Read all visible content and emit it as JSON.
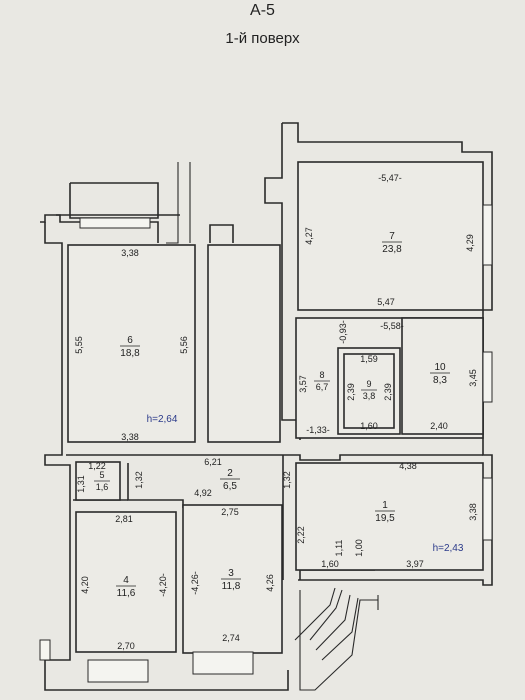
{
  "header": {
    "block": "А-5",
    "floor": "1-й поверх"
  },
  "rooms": [
    {
      "num": "1",
      "area": "19,5"
    },
    {
      "num": "2",
      "area": "6,5"
    },
    {
      "num": "3",
      "area": "11,8"
    },
    {
      "num": "4",
      "area": "11,6"
    },
    {
      "num": "5",
      "area": "1,6"
    },
    {
      "num": "6",
      "area": "18,8"
    },
    {
      "num": "7",
      "area": "23,8"
    },
    {
      "num": "8",
      "area": "6,7"
    },
    {
      "num": "9",
      "area": "3,8"
    },
    {
      "num": "10",
      "area": "8,3"
    }
  ],
  "heights": {
    "h6": "h=2,64",
    "h1": "h=2,43"
  },
  "dims": {
    "d7_top": "-5,47-",
    "d7_left": "4,27",
    "d7_right": "4,29",
    "d7_bottom": "5,47",
    "d_093": "-0,93-",
    "d_558": "-5,58-",
    "d6_top": "3,38",
    "d6_left": "5,55",
    "d6_right": "5,56",
    "d6_bottom": "3,38",
    "d8_left": "3,57",
    "d9_top": "1,59",
    "d9_left": "2,39",
    "d9_right": "2,39",
    "d9_bottom": "1,60",
    "d10_right": "3,45",
    "d10_bottom": "2,40",
    "d_133": "-1,33-",
    "d2_top": "6,21",
    "d2_bottom": "4,92",
    "d_132a": "1,32",
    "d_132b": "1,32",
    "d5_top": "1,22",
    "d5_left": "1,31",
    "d1_top": "4,38",
    "d1_right": "3,38",
    "d1_left": "2,22",
    "d1_111": "1,11",
    "d1_100": "1,00",
    "d1_160": "1,60",
    "d1_397": "3,97",
    "d4_top": "2,81",
    "d4_left": "4,20",
    "d4_right": "-4,20-",
    "d4_bottom": "2,70",
    "d3_top": "2,75",
    "d3_left": "-4,26-",
    "d3_right": "4,26",
    "d3_bottom": "2,74"
  }
}
